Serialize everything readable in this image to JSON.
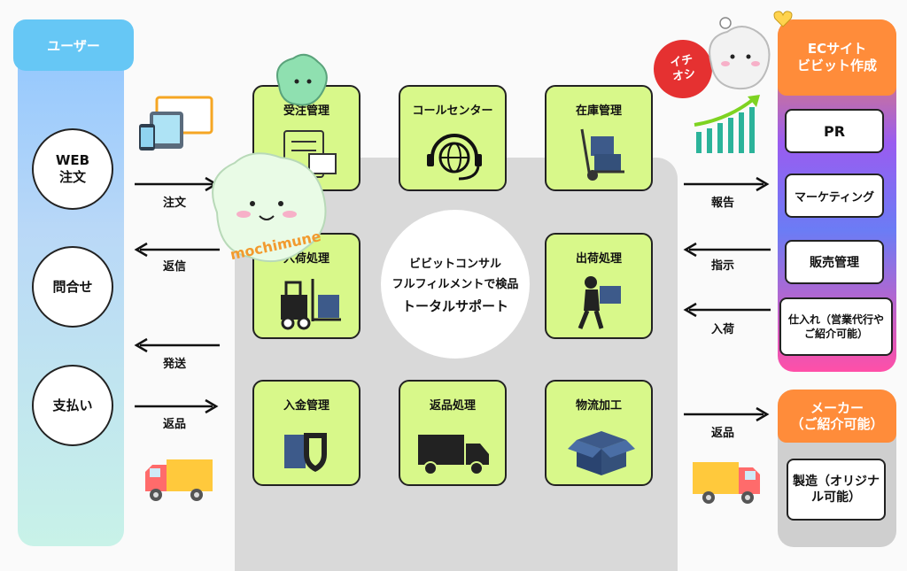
{
  "user": {
    "title": "ユーザー",
    "nodes": [
      {
        "id": "web",
        "line1": "WEB",
        "line2": "注文"
      },
      {
        "id": "inquiry",
        "line1": "問合せ",
        "line2": ""
      },
      {
        "id": "payment",
        "line1": "支払い",
        "line2": ""
      }
    ]
  },
  "left_arrows": [
    {
      "label": "注文",
      "direction": "right"
    },
    {
      "label": "返信",
      "direction": "left"
    },
    {
      "label": "発送",
      "direction": "left"
    },
    {
      "label": "返品",
      "direction": "right"
    }
  ],
  "services": [
    {
      "label": "受注管理",
      "icon": "clipboard-icon"
    },
    {
      "label": "コールセンター",
      "icon": "headset-globe-icon"
    },
    {
      "label": "在庫管理",
      "icon": "hand-truck-icon"
    },
    {
      "label": "入荷処理",
      "icon": "forklift-icon"
    },
    {
      "label": "出荷処理",
      "icon": "courier-icon"
    },
    {
      "label": "入金管理",
      "icon": "shield-icon"
    },
    {
      "label": "返品処理",
      "icon": "truck-icon"
    },
    {
      "label": "物流加工",
      "icon": "open-box-icon"
    }
  ],
  "center": {
    "line1": "ビビットコンサル",
    "line2": "フルフィルメントで検品",
    "line3": "トータルサポート"
  },
  "mascot": {
    "text": "mochimune"
  },
  "ec": {
    "title_line1": "ECサイト",
    "title_line2": "ビビット作成",
    "items": [
      {
        "label": "PR"
      },
      {
        "label": "マーケティング"
      },
      {
        "label": "販売管理"
      },
      {
        "label": "仕入れ（営業代行やご紹介可能）"
      }
    ]
  },
  "badge": {
    "line1": "イチ",
    "line2": "オシ"
  },
  "right_arrows": [
    {
      "label": "報告",
      "direction": "right"
    },
    {
      "label": "指示",
      "direction": "left"
    },
    {
      "label": "入荷",
      "direction": "left"
    },
    {
      "label": "返品",
      "direction": "right"
    }
  ],
  "maker": {
    "title_line1": "メーカー",
    "title_line2": "（ご紹介可能）",
    "item": "製造（オリジナル可能）"
  },
  "colors": {
    "card": "#d8f88a",
    "orange": "#ff8c3a",
    "blue_head": "#66c7f5",
    "truck_yellow": "#ffc93c",
    "truck_cab": "#ff6b6b"
  }
}
